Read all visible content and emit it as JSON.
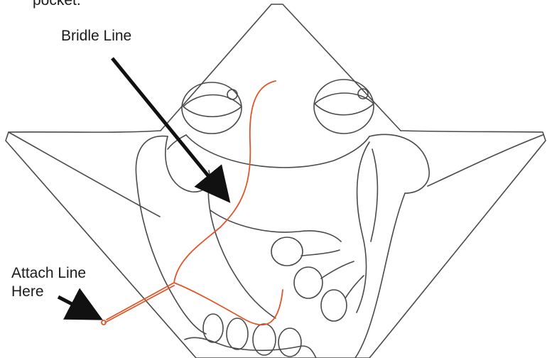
{
  "texts": {
    "top_fragment": "pocket.",
    "bridle_label": "Bridle Line",
    "attach_label_line1": "Attach Line",
    "attach_label_line2": "Here"
  },
  "colors": {
    "outline": "#4a4a4a",
    "bridle": "#e0562a",
    "arrow": "#111111",
    "text": "#1a1a1a"
  },
  "icons": {
    "arrow_to_bridle": "arrow-icon",
    "arrow_to_attach_point": "arrow-icon"
  }
}
